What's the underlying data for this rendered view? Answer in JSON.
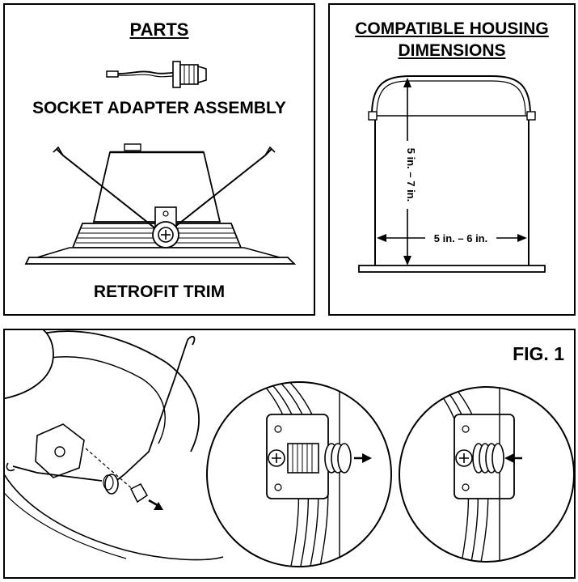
{
  "parts": {
    "title": "PARTS",
    "socket_adapter_label": "SOCKET ADAPTER ASSEMBLY",
    "retrofit_trim_label": "RETROFIT TRIM"
  },
  "housing": {
    "title_line1": "COMPATIBLE HOUSING",
    "title_line2": "DIMENSIONS",
    "height_dimension": "5 in. – 7 in.",
    "width_dimension": "5 in. – 6 in."
  },
  "figure": {
    "label": "FIG. 1"
  },
  "colors": {
    "ink": "#000000",
    "paper": "#ffffff"
  }
}
